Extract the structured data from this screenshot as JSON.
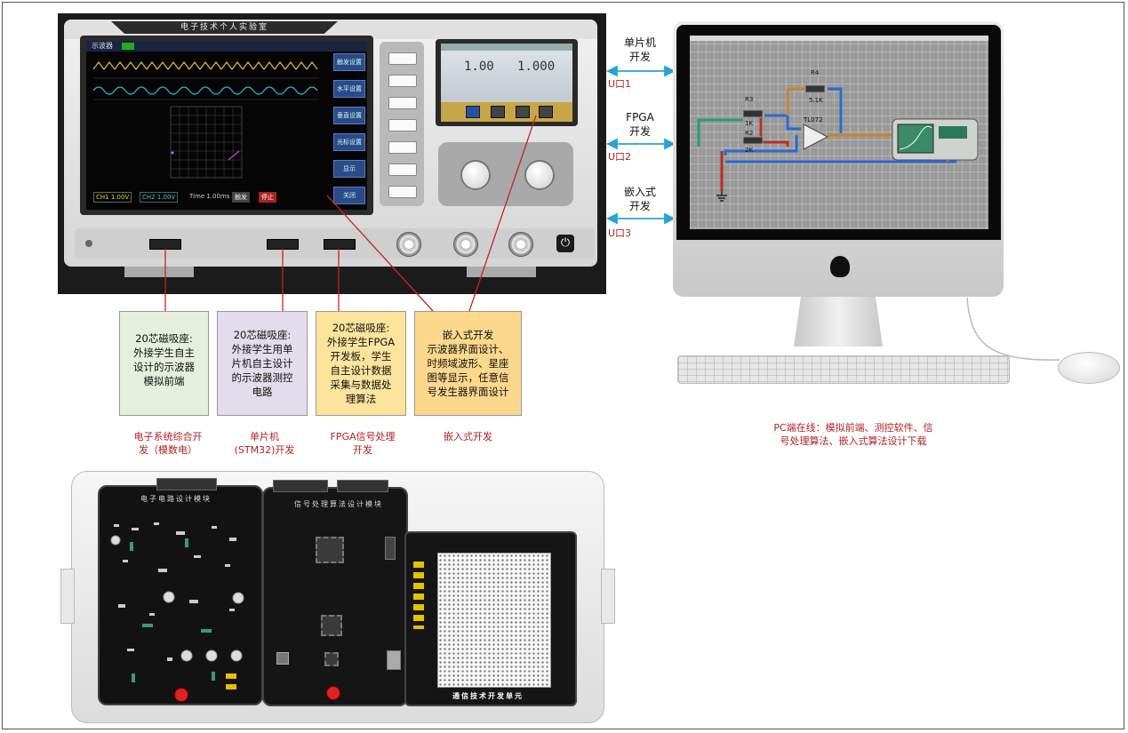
{
  "colors": {
    "line_red": "#cc2222",
    "arrow_blue": "#29a3d6",
    "caption_red": "#b22222",
    "box_green": "#e6efdc",
    "box_purple": "#e3dcec",
    "box_yellow": "#fde49c",
    "box_orange": "#fcd88c"
  },
  "scope": {
    "brand": "电子技术个人实验室",
    "header": "示波器",
    "side_buttons": [
      "触发设置",
      "水平设置",
      "垂直设置",
      "光标设置",
      "显示",
      "关闭"
    ],
    "status_tags": [
      "CH1 1.00V",
      "CH2 1.00V",
      "Time 1.00ms",
      "触发",
      "停止"
    ],
    "gen_values": [
      "1.00",
      "1.000"
    ],
    "power_icon": "power-icon"
  },
  "ports": [
    {
      "title_line1": "单片机",
      "title_line2": "开发",
      "port": "U口1"
    },
    {
      "title_line1": "FPGA",
      "title_line2": "开发",
      "port": "U口2"
    },
    {
      "title_line1": "嵌入式",
      "title_line2": "开发",
      "port": "U口3"
    }
  ],
  "circuit": {
    "r4": "R4",
    "r4_val": "5.1K",
    "r3": "R3",
    "r3_val": "1K",
    "r2": "R2",
    "r2_val": "2K",
    "opamp": "TL072"
  },
  "boxes": [
    {
      "lines": [
        "20芯磁吸座:",
        "外接学生自主",
        "设计的示波器",
        "模拟前端"
      ]
    },
    {
      "lines": [
        "20芯磁吸座:",
        "外接学生用单",
        "片机自主设计",
        "的示波器测控",
        "电路"
      ]
    },
    {
      "lines": [
        "20芯磁吸座:",
        "外接学生FPGA",
        "开发板，学生",
        "自主设计数据",
        "采集与数据处",
        "理算法"
      ]
    },
    {
      "lines": [
        "嵌入式开发",
        "示波器界面设计、",
        "时频域波形、星座",
        "图等显示，任意信",
        "号发生器界面设计"
      ]
    }
  ],
  "captions": [
    {
      "line1": "电子系统综合开",
      "line2": "发（模数电）"
    },
    {
      "line1": "单片机",
      "line2": "(STM32)开发"
    },
    {
      "line1": "FPGA信号处理",
      "line2": "开发"
    },
    {
      "line1": "嵌入式开发",
      "line2": ""
    }
  ],
  "pc_caption": {
    "line1": "PC端在线：模拟前端、测控软件、信",
    "line2": "号处理算法、嵌入式算法设计下载"
  },
  "hardware": {
    "pcb1_title": "电子电路设计模块",
    "pcb2_title": "信号处理算法设计模块",
    "unit_title": "通信技术开发单元"
  }
}
